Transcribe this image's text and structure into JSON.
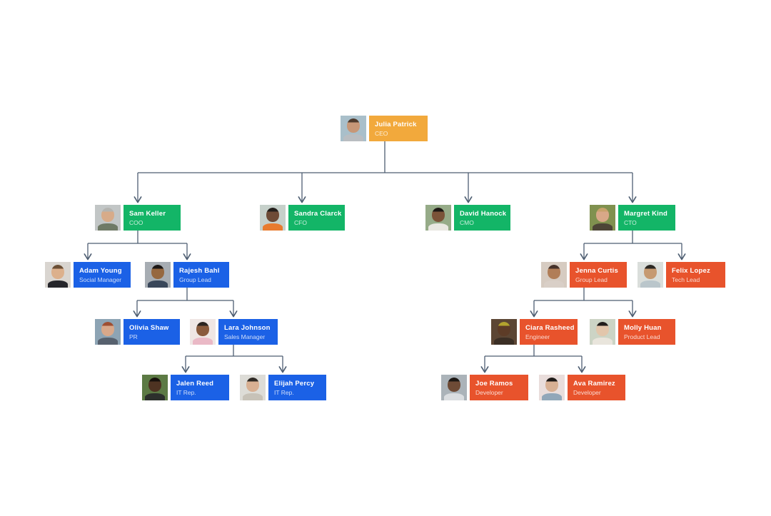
{
  "diagram": {
    "type": "org-chart",
    "background": "#ffffff"
  },
  "colors": {
    "ceo": "#F2A93C",
    "exec": "#13B567",
    "ops": "#1B61E6",
    "tech": "#E8532C",
    "line": "#4E5E72"
  },
  "org": {
    "nodes": [
      {
        "name": "Julia Patrick",
        "title": "CEO",
        "group": "ceo",
        "reports_to": null
      },
      {
        "name": "Sam Keller",
        "title": "COO",
        "group": "exec",
        "reports_to": "Julia Patrick"
      },
      {
        "name": "Sandra Clarck",
        "title": "CFO",
        "group": "exec",
        "reports_to": "Julia Patrick"
      },
      {
        "name": "David Hanock",
        "title": "CMO",
        "group": "exec",
        "reports_to": "Julia Patrick"
      },
      {
        "name": "Margret Kind",
        "title": "CTO",
        "group": "exec",
        "reports_to": "Julia Patrick"
      },
      {
        "name": "Adam Young",
        "title": "Social Manager",
        "group": "ops",
        "reports_to": "Sam Keller"
      },
      {
        "name": "Rajesh Bahl",
        "title": "Group Lead",
        "group": "ops",
        "reports_to": "Sam Keller"
      },
      {
        "name": "Olivia Shaw",
        "title": "PR",
        "group": "ops",
        "reports_to": "Rajesh Bahl"
      },
      {
        "name": "Lara Johnson",
        "title": "Sales Manager",
        "group": "ops",
        "reports_to": "Rajesh Bahl"
      },
      {
        "name": "Jalen Reed",
        "title": "IT Rep.",
        "group": "ops",
        "reports_to": "Lara Johnson"
      },
      {
        "name": "Elijah Percy",
        "title": "IT Rep.",
        "group": "ops",
        "reports_to": "Lara Johnson"
      },
      {
        "name": "Jenna Curtis",
        "title": "Group Lead",
        "group": "tech",
        "reports_to": "Margret Kind"
      },
      {
        "name": "Felix Lopez",
        "title": "Tech Lead",
        "group": "tech",
        "reports_to": "Margret Kind"
      },
      {
        "name": "Ciara Rasheed",
        "title": "Engineer",
        "group": "tech",
        "reports_to": "Jenna Curtis"
      },
      {
        "name": "Molly Huan",
        "title": "Product Lead",
        "group": "tech",
        "reports_to": "Jenna Curtis"
      },
      {
        "name": "Joe Ramos",
        "title": "Developer",
        "group": "tech",
        "reports_to": "Ciara Rasheed"
      },
      {
        "name": "Ava Ramirez",
        "title": "Developer",
        "group": "tech",
        "reports_to": "Ciara Rasheed"
      }
    ]
  }
}
